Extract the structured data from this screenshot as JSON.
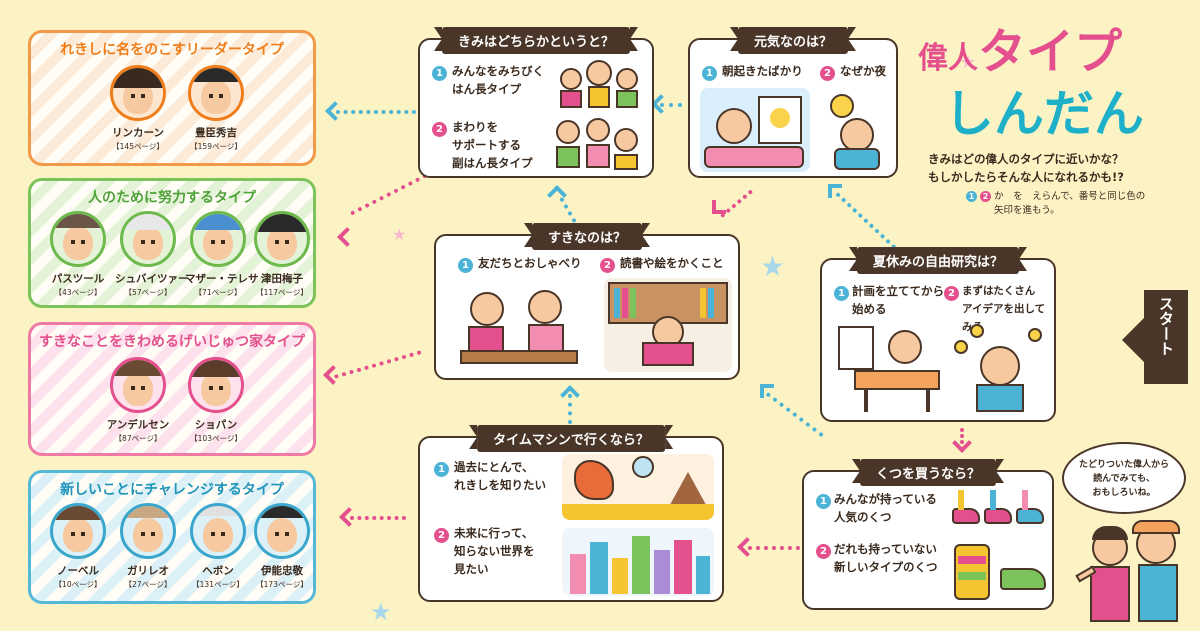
{
  "title": {
    "line1_a": "偉人",
    "line1_b": "タイプ",
    "line2": "しんだん",
    "sub1": "きみはどの偉人のタイプに近いかな？",
    "sub2": "もしかしたらそんな人になれるかも!?",
    "instr1": "か　を　えらんで、番号と同じ色の",
    "instr2": "矢印を進もう。",
    "instr_num1": "1",
    "instr_num2": "2"
  },
  "start": {
    "label": "スタート"
  },
  "results": [
    {
      "title": "れきしに名をのこすリーダータイプ",
      "people": [
        {
          "name": "リンカーン",
          "page": "【145ページ】"
        },
        {
          "name": "豊臣秀吉",
          "page": "【159ページ】"
        }
      ]
    },
    {
      "title": "人のために努力するタイプ",
      "people": [
        {
          "name": "パスツール",
          "page": "【43ページ】"
        },
        {
          "name": "シュバイツァー",
          "page": "【57ページ】"
        },
        {
          "name": "マザー・テレサ",
          "page": "【71ページ】"
        },
        {
          "name": "津田梅子",
          "page": "【117ページ】"
        }
      ]
    },
    {
      "title": "すきなことをきわめるげいじゅつ家タイプ",
      "people": [
        {
          "name": "アンデルセン",
          "page": "【87ページ】"
        },
        {
          "name": "ショパン",
          "page": "【103ページ】"
        }
      ]
    },
    {
      "title": "新しいことにチャレンジするタイプ",
      "people": [
        {
          "name": "ノーベル",
          "page": "【10ページ】"
        },
        {
          "name": "ガリレオ",
          "page": "【27ページ】"
        },
        {
          "name": "ヘボン",
          "page": "【131ページ】"
        },
        {
          "name": "伊能忠敬",
          "page": "【173ページ】"
        }
      ]
    }
  ],
  "questions": {
    "which": {
      "title": "きみはどちらかというと？",
      "opt1": [
        "みんなをみちびく",
        "はん長タイプ"
      ],
      "opt2": [
        "まわりを",
        "サポートする",
        "副はん長タイプ"
      ]
    },
    "genki": {
      "title": "元気なのは？",
      "opt1": [
        "朝起きたばかり"
      ],
      "opt2": [
        "なぜか夜"
      ]
    },
    "suki": {
      "title": "すきなのは？",
      "opt1": [
        "友だちとおしゃべり"
      ],
      "opt2": [
        "読書や絵をかくこと"
      ]
    },
    "natsu": {
      "title": "夏休みの自由研究は？",
      "opt1": [
        "計画を立ててから",
        "始める"
      ],
      "opt2": [
        "まずはたくさん",
        "アイデアを出してみる"
      ]
    },
    "time": {
      "title": "タイムマシンで行くなら？",
      "opt1": [
        "過去にとんで、",
        "れきしを知りたい"
      ],
      "opt2": [
        "未来に行って、",
        "知らない世界を",
        "見たい"
      ]
    },
    "kutsu": {
      "title": "くつを買うなら？",
      "opt1": [
        "みんなが持っている",
        "人気のくつ"
      ],
      "opt2": [
        "だれも持っていない",
        "新しいタイプのくつ"
      ]
    }
  },
  "bubble": {
    "lines": [
      "たどりついた偉人から",
      "読んでみても、",
      "おもしろいね。"
    ]
  },
  "colors": {
    "blue": "#4bb3d6",
    "pink": "#e4508d",
    "brown": "#4a3628",
    "bg": "#fbf3c4"
  }
}
